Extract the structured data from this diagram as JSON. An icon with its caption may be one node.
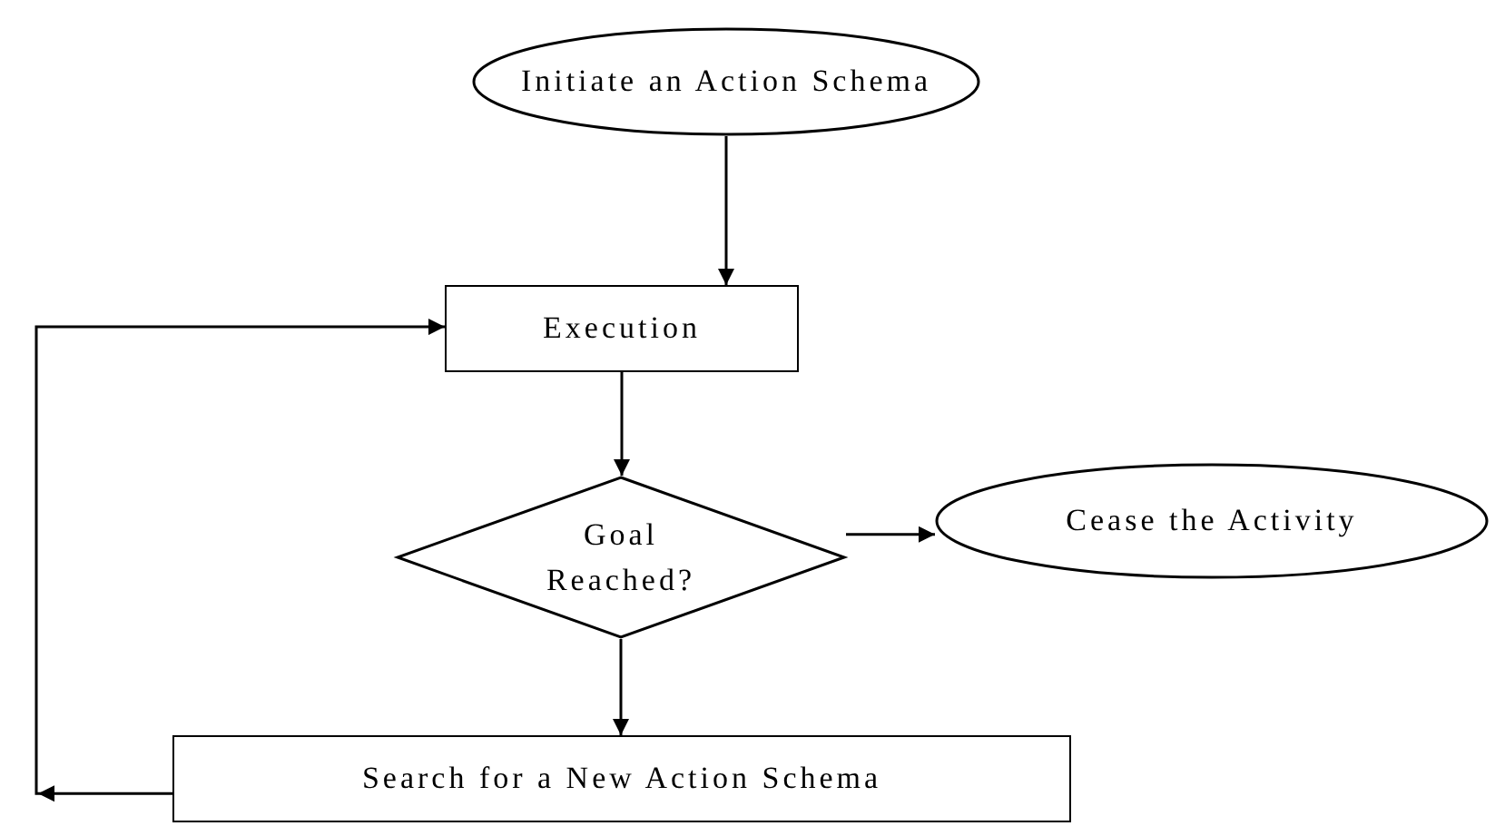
{
  "diagram": {
    "nodes": [
      {
        "text": [
          "Initiate an Action Schema"
        ]
      },
      {
        "text": [
          "Execution"
        ]
      },
      {
        "text": [
          "Goal Reached?"
        ]
      },
      {
        "text": [
          "Cease the Activity"
        ]
      },
      {
        "text": [
          "Search for a New Action Schema"
        ]
      }
    ],
    "edges": [
      {
        "from": 0,
        "to": 1,
        "arrow": "to"
      },
      {
        "from": 1,
        "to": 2,
        "arrow": "to"
      },
      {
        "from": 2,
        "to": 3,
        "arrow": "to"
      },
      {
        "from": 2,
        "to": 4,
        "arrow": "to"
      },
      {
        "from": 4,
        "to": 1,
        "arrow": "to"
      }
    ]
  }
}
